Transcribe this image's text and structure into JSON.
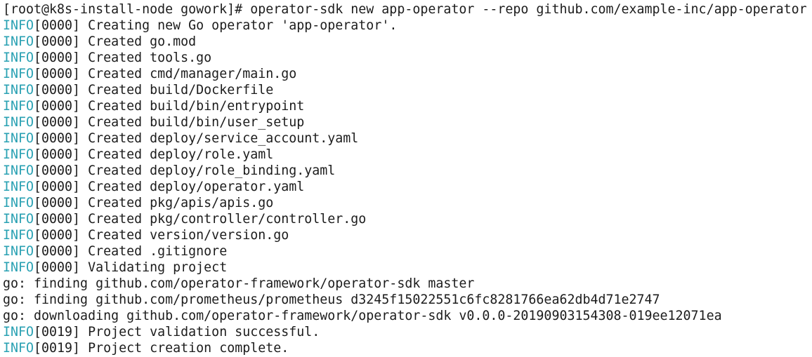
{
  "terminal": {
    "colors": {
      "background": "#ffffff",
      "text": "#1c1c1c",
      "info_level": "#2aa1b3"
    },
    "lines": [
      {
        "type": "plain",
        "text": "[root@k8s-install-node gowork]# operator-sdk new app-operator --repo github.com/example-inc/app-operator"
      },
      {
        "type": "log",
        "level": "INFO",
        "ts": "[0000]",
        "msg": " Creating new Go operator 'app-operator'."
      },
      {
        "type": "log",
        "level": "INFO",
        "ts": "[0000]",
        "msg": " Created go.mod"
      },
      {
        "type": "log",
        "level": "INFO",
        "ts": "[0000]",
        "msg": " Created tools.go"
      },
      {
        "type": "log",
        "level": "INFO",
        "ts": "[0000]",
        "msg": " Created cmd/manager/main.go"
      },
      {
        "type": "log",
        "level": "INFO",
        "ts": "[0000]",
        "msg": " Created build/Dockerfile"
      },
      {
        "type": "log",
        "level": "INFO",
        "ts": "[0000]",
        "msg": " Created build/bin/entrypoint"
      },
      {
        "type": "log",
        "level": "INFO",
        "ts": "[0000]",
        "msg": " Created build/bin/user_setup"
      },
      {
        "type": "log",
        "level": "INFO",
        "ts": "[0000]",
        "msg": " Created deploy/service_account.yaml"
      },
      {
        "type": "log",
        "level": "INFO",
        "ts": "[0000]",
        "msg": " Created deploy/role.yaml"
      },
      {
        "type": "log",
        "level": "INFO",
        "ts": "[0000]",
        "msg": " Created deploy/role_binding.yaml"
      },
      {
        "type": "log",
        "level": "INFO",
        "ts": "[0000]",
        "msg": " Created deploy/operator.yaml"
      },
      {
        "type": "log",
        "level": "INFO",
        "ts": "[0000]",
        "msg": " Created pkg/apis/apis.go"
      },
      {
        "type": "log",
        "level": "INFO",
        "ts": "[0000]",
        "msg": " Created pkg/controller/controller.go"
      },
      {
        "type": "log",
        "level": "INFO",
        "ts": "[0000]",
        "msg": " Created version/version.go"
      },
      {
        "type": "log",
        "level": "INFO",
        "ts": "[0000]",
        "msg": " Created .gitignore"
      },
      {
        "type": "log",
        "level": "INFO",
        "ts": "[0000]",
        "msg": " Validating project"
      },
      {
        "type": "plain",
        "text": "go: finding github.com/operator-framework/operator-sdk master"
      },
      {
        "type": "plain",
        "text": "go: finding github.com/prometheus/prometheus d3245f15022551c6fc8281766ea62db4d71e2747"
      },
      {
        "type": "plain",
        "text": "go: downloading github.com/operator-framework/operator-sdk v0.0.0-20190903154308-019ee12071ea"
      },
      {
        "type": "log",
        "level": "INFO",
        "ts": "[0019]",
        "msg": " Project validation successful."
      },
      {
        "type": "log",
        "level": "INFO",
        "ts": "[0019]",
        "msg": " Project creation complete."
      }
    ]
  }
}
